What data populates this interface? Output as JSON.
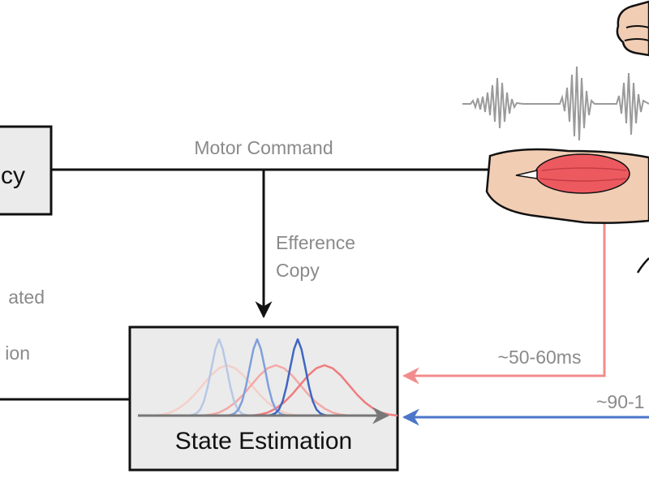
{
  "labels": {
    "policy_partial": "cy",
    "motor_command": "Motor Command",
    "efference_line1": "Efference",
    "efference_line2": "Copy",
    "left_partial_1": "ated",
    "left_partial_2": "ion",
    "delay_proprio": "~50-60ms",
    "delay_visual": "~90-1",
    "state_estimation": "State Estimation"
  },
  "colors": {
    "line": "#111111",
    "label_gray": "#8a8a8a",
    "box_fill": "#ebebeb",
    "proprio_red": "#f28c8c",
    "visual_blue": "#4a76c8",
    "muscle_red": "#ec5a60",
    "skin": "#f1cdb4",
    "signal_gray": "#9a9a9a"
  },
  "icons": {
    "fist": "fist-icon",
    "emg_signal": "emg-signal-icon",
    "muscle": "muscle-icon"
  },
  "chart_data": {
    "type": "line",
    "series": [
      {
        "color": "#f4cfc9",
        "values": [
          0.0,
          0.02,
          0.06,
          0.14,
          0.26,
          0.42,
          0.61,
          0.8,
          0.94,
          1.0,
          0.94,
          0.8,
          0.61,
          0.42,
          0.26,
          0.14,
          0.06,
          0.02,
          0.0
        ]
      },
      {
        "color": "#f3a9a6",
        "values": [
          0.0,
          0.02,
          0.06,
          0.14,
          0.26,
          0.42,
          0.61,
          0.8,
          0.94,
          1.0,
          0.94,
          0.8,
          0.61,
          0.42,
          0.26,
          0.14,
          0.06,
          0.02,
          0.0
        ]
      },
      {
        "color": "#ef7b7e",
        "values": [
          0.0,
          0.02,
          0.06,
          0.14,
          0.26,
          0.42,
          0.61,
          0.8,
          0.94,
          1.0,
          0.94,
          0.8,
          0.61,
          0.42,
          0.26,
          0.14,
          0.06,
          0.02,
          0.0
        ]
      },
      {
        "color": "#b7c7e6",
        "values": [
          0.0,
          0.01,
          0.03,
          0.08,
          0.19,
          0.38,
          0.63,
          0.87,
          1.0,
          0.87,
          0.63,
          0.38,
          0.19,
          0.08,
          0.03,
          0.01,
          0.0
        ]
      },
      {
        "color": "#7f9fdb",
        "values": [
          0.0,
          0.01,
          0.03,
          0.08,
          0.19,
          0.38,
          0.63,
          0.87,
          1.0,
          0.87,
          0.63,
          0.38,
          0.19,
          0.08,
          0.03,
          0.01,
          0.0
        ]
      },
      {
        "color": "#3f66c2",
        "values": [
          0.0,
          0.01,
          0.03,
          0.08,
          0.19,
          0.38,
          0.63,
          0.87,
          1.0,
          0.87,
          0.63,
          0.38,
          0.19,
          0.08,
          0.03,
          0.01,
          0.0
        ]
      }
    ]
  }
}
